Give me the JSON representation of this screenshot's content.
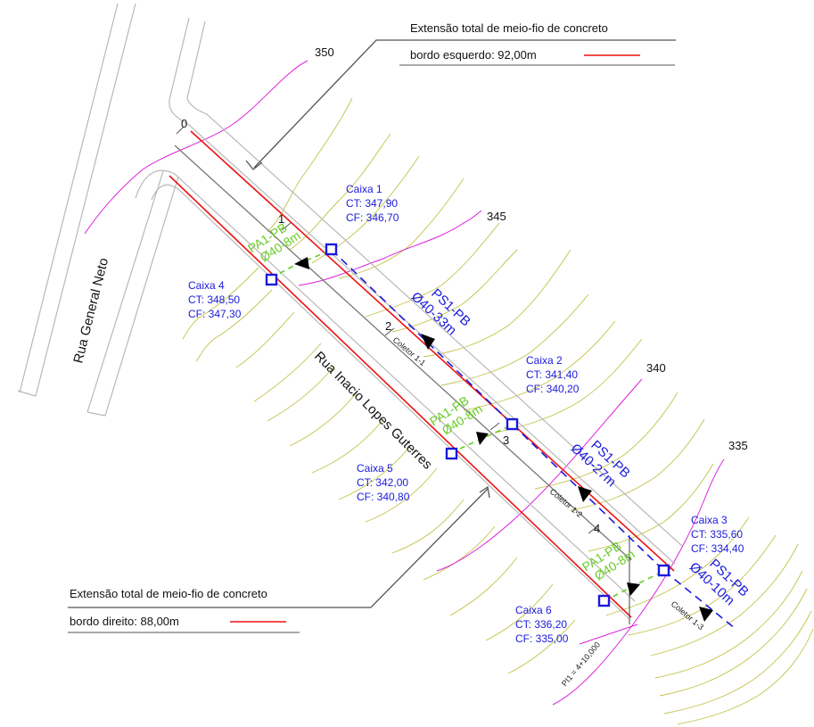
{
  "legend_top": {
    "title": "Extensão total de meio-fio de concreto",
    "text": "bordo esquerdo: 92,00m",
    "line_color": "#ee1111"
  },
  "legend_bottom": {
    "title": "Extensão total de meio-fio de concreto",
    "text": "bordo direito: 88,00m",
    "line_color": "#ee1111"
  },
  "streets": {
    "general": "Rua General Neto",
    "main": "Rua Inacio Lopes Guterres"
  },
  "contours": [
    "350",
    "345",
    "340",
    "335"
  ],
  "stations": [
    "0",
    "1",
    "2",
    "3",
    "4"
  ],
  "boxes": [
    {
      "name": "Caixa 1",
      "ct": "CT: 347,90",
      "cf": "CF: 346,70"
    },
    {
      "name": "Caixa 2",
      "ct": "CT: 341,40",
      "cf": "CF: 340,20"
    },
    {
      "name": "Caixa 3",
      "ct": "CT: 335,60",
      "cf": "CF: 334,40"
    },
    {
      "name": "Caixa 4",
      "ct": "CT: 348,50",
      "cf": "CF: 347,30"
    },
    {
      "name": "Caixa 5",
      "ct": "CT: 342,00",
      "cf": "CF: 340,80"
    },
    {
      "name": "Caixa 6",
      "ct": "CT: 336,20",
      "cf": "CF: 335,00"
    }
  ],
  "pipes_ps": [
    {
      "id": "PS1-PB",
      "dim": "Ø40-33m"
    },
    {
      "id": "PS1-PB",
      "dim": "Ø40-27m"
    },
    {
      "id": "PS1-PB",
      "dim": "Ø40-10m"
    }
  ],
  "pipes_pa": [
    {
      "id": "PA1-PB",
      "dim": "Ø40-8m"
    },
    {
      "id": "PA1-PB",
      "dim": "Ø40-8m"
    },
    {
      "id": "PA1-PB",
      "dim": "Ø40-8m"
    }
  ],
  "collectors": [
    "Coletor 1-1",
    "Coletor 1-2",
    "Coletor 1-3"
  ],
  "pi_label": "PI1 = 4+10,000"
}
